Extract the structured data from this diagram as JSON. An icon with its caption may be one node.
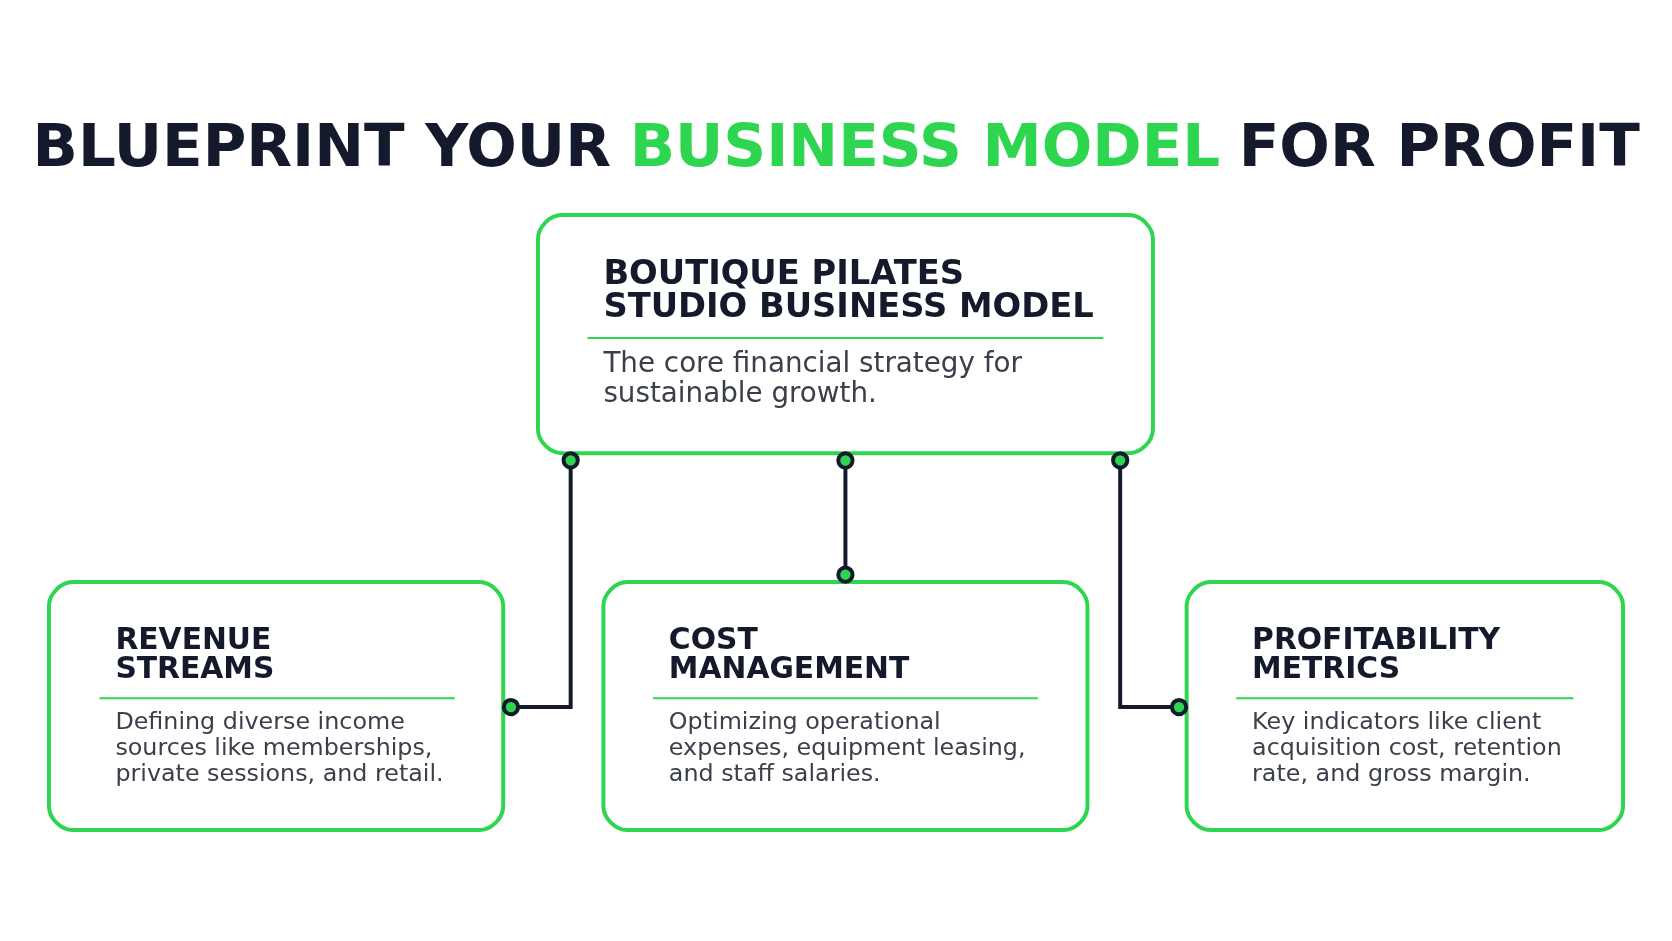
{
  "diagram": {
    "title": "BLUEPRINT YOUR **BUSINESS MODEL** FOR PROFIT",
    "nodes": [
      {
        "text": [
          "BOUTIQUE PILATES STUDIO BUSINESS MODEL",
          "The core financial strategy for sustainable growth."
        ]
      },
      {
        "text": [
          "REVENUE STREAMS",
          "Defining diverse income sources like memberships, private sessions, and retail."
        ]
      },
      {
        "text": [
          "COST MANAGEMENT",
          "Optimizing operational expenses, equipment leasing, and staff salaries."
        ]
      },
      {
        "text": [
          "PROFITABILITY METRICS",
          "Key indicators like client acquisition cost, retention rate, and gross margin."
        ]
      }
    ],
    "edges": [
      {
        "from": 0,
        "to": 1,
        "arrow": "other"
      },
      {
        "from": 0,
        "to": 2,
        "arrow": "other"
      },
      {
        "from": 0,
        "to": 3,
        "arrow": "other"
      }
    ]
  }
}
